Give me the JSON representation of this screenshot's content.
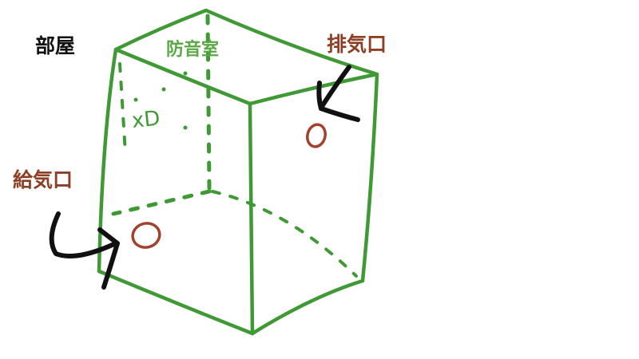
{
  "labels": {
    "room": "部屋",
    "booth": "防音室",
    "exhaust_port": "排気口",
    "intake_port": "給気口",
    "back_wall_scribble": "xD"
  },
  "colors": {
    "box_green": "#3f9a35",
    "port_red": "#a2412e",
    "label_green": "#5aa845",
    "label_brown": "#8e3e24",
    "arrow_black": "#111111",
    "text_black": "#111111"
  },
  "icons": {
    "intake_arrow": "hook-arrow-icon",
    "exhaust_arrow": "arrow-down-left-icon"
  }
}
